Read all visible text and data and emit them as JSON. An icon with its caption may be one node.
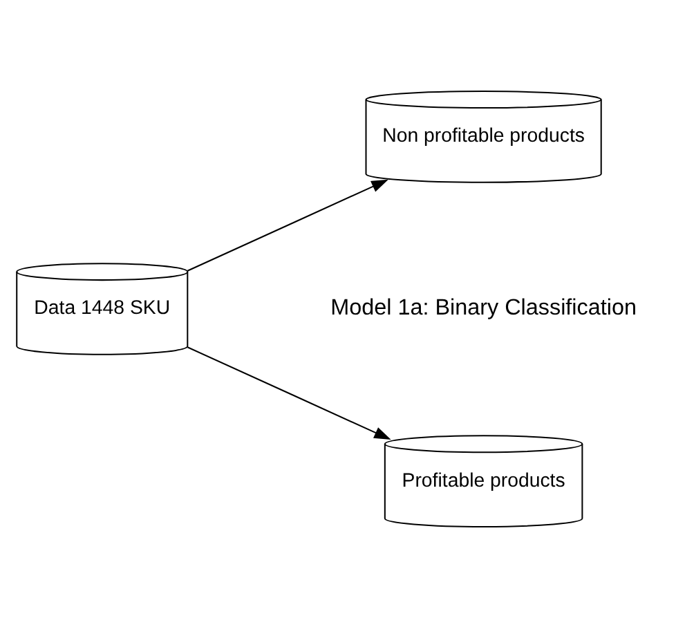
{
  "diagram": {
    "nodes": [
      {
        "text": [
          "Data 1448 SKU"
        ]
      },
      {
        "text": [
          "Profitable products"
        ]
      },
      {
        "text": [
          "Non profitable products"
        ]
      }
    ],
    "edges": [
      {
        "from": 0,
        "to": 1,
        "arrow": "to"
      },
      {
        "from": 0,
        "to": 2,
        "arrow": "to"
      }
    ],
    "labels": [
      "Model 1a: Binary Classification"
    ]
  }
}
